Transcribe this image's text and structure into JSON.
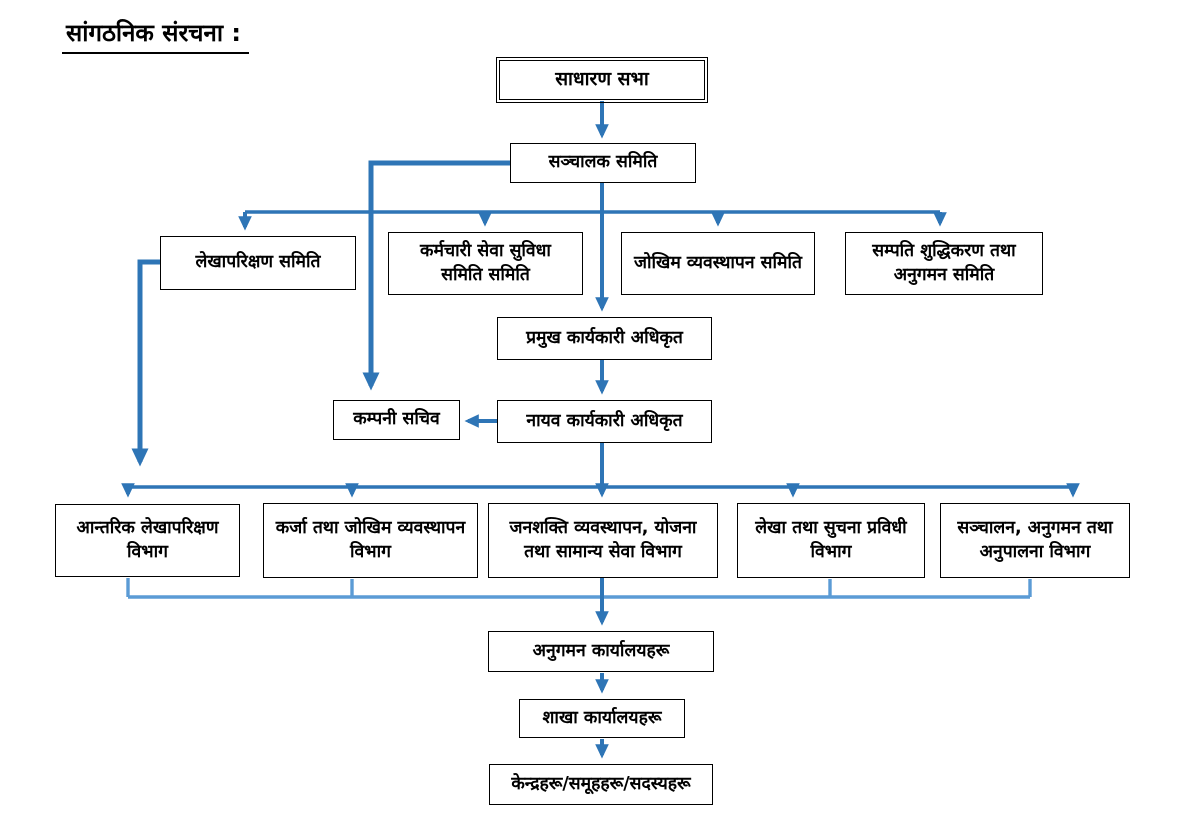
{
  "page": {
    "title": "सांगठनिक संरचना :"
  },
  "colors": {
    "connector_dark": "#2e75b6",
    "connector_light": "#5b9bd5",
    "box_border": "#000000",
    "box_fill": "#ffffff",
    "text": "#000000",
    "background": "#ffffff"
  },
  "nodes": {
    "general_assembly": "साधारण सभा",
    "board": "सञ्चालक समिति",
    "audit_committee": "लेखापरिक्षण समिति",
    "staff_committee": "कर्मचारी सेवा सुविधा समिति समिति",
    "risk_committee": "जोखिम व्यवस्थापन समिति",
    "aml_committee": "सम्पति शुद्धिकरण तथा अनुगमन समिति",
    "ceo": "प्रमुख कार्यकारी अधिकृत",
    "company_secretary": "कम्पनी सचिव",
    "deputy_ceo": "नायव कार्यकारी अधिकृत",
    "internal_audit_dept": "आन्तरिक लेखापरिक्षण विभाग",
    "loan_risk_dept": "कर्जा तथा जोखिम व्यवस्थापन विभाग",
    "hr_planning_dept": "जनशक्ति व्यवस्थापन, योजना तथा सामान्य सेवा विभाग",
    "accounts_it_dept": "लेखा तथा सुचना प्रविधी विभाग",
    "operations_dept": "सञ्चालन, अनुगमन तथा अनुपालना विभाग",
    "monitoring_offices": "अनुगमन कार्यालयहरू",
    "branch_offices": "शाखा कार्यालयहरू",
    "centers_groups_members": "केन्द्रहरू/समूहहरू/सदस्यहरू"
  }
}
